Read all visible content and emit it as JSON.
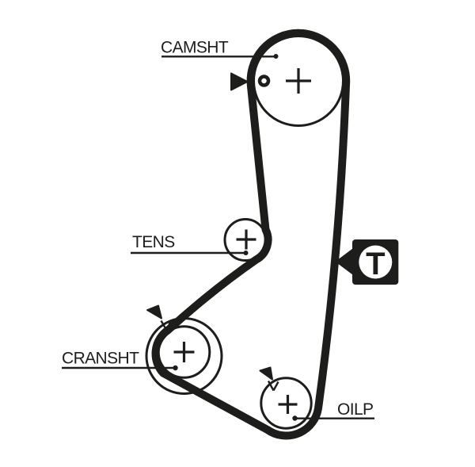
{
  "diagram": {
    "labels": {
      "camshaft": "CAMSHT",
      "tensioner": "TENS",
      "crankshaft": "CRANSHT",
      "oil_pump": "OILP"
    },
    "direction_indicator": {
      "letter": "T"
    },
    "colors": {
      "ink": "#1d1d1b",
      "background": "#ffffff"
    }
  }
}
